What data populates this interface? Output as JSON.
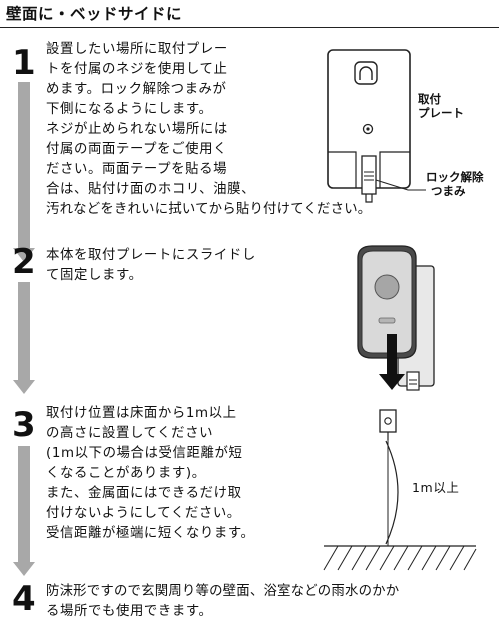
{
  "title": "壁面に・ベッドサイドに",
  "steps": [
    {
      "number": "1",
      "lines": [
        "設置したい場所に取付プレー",
        "トを付属のネジを使用して止",
        "めます。ロック解除つまみが",
        "下側になるようにします。",
        "ネジが止められない場所には",
        "付属の両面テープをご使用く",
        "ださい。両面テープを貼る場",
        "合は、貼付け面のホコリ、油膜、",
        "汚れなどをきれいに拭いてから貼り付けてください。"
      ]
    },
    {
      "number": "2",
      "lines": [
        "本体を取付プレートにスライドし",
        "て固定します。"
      ]
    },
    {
      "number": "3",
      "lines": [
        "取付け位置は床面から1m以上",
        "の高さに設置してください",
        "(1m以下の場合は受信距離が短",
        "くなることがあります)。",
        "また、金属面にはできるだけ取",
        "付けないようにしてください。",
        "受信距離が極端に短くなります。"
      ]
    },
    {
      "number": "4",
      "lines": [
        "防沫形ですので玄関周り等の壁面、浴室などの雨水のかか",
        "る場所でも使用できます。"
      ]
    }
  ],
  "figure1": {
    "plate_label_1": "取付",
    "plate_label_2": "プレート",
    "lock_label_1": "ロック解除",
    "lock_label_2": "つまみ"
  },
  "figure3": {
    "height_label": "1m以上"
  },
  "colors": {
    "arrow": "#a8a8a8",
    "text": "#111111"
  }
}
